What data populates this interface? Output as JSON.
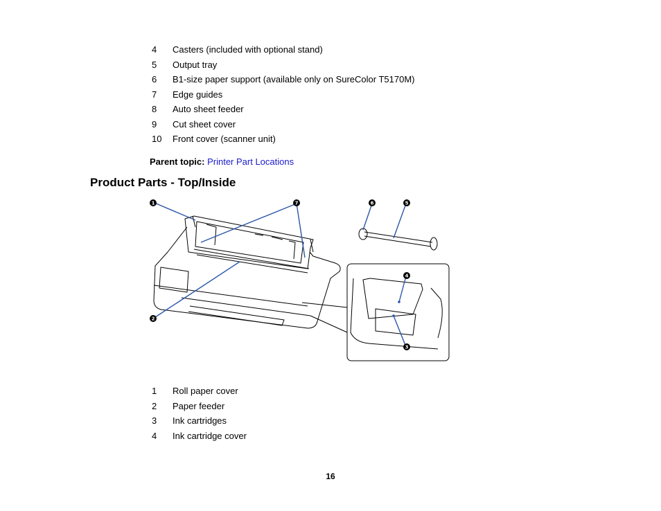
{
  "list_top": [
    {
      "num": "4",
      "text": "Casters (included with optional stand)"
    },
    {
      "num": "5",
      "text": "Output tray"
    },
    {
      "num": "6",
      "text": "B1-size paper support (available only on SureColor T5170M)"
    },
    {
      "num": "7",
      "text": "Edge guides"
    },
    {
      "num": "8",
      "text": "Auto sheet feeder"
    },
    {
      "num": "9",
      "text": "Cut sheet cover"
    },
    {
      "num": "10",
      "text": "Front cover (scanner unit)"
    }
  ],
  "parent_topic": {
    "label": "Parent topic:",
    "link": "Printer Part Locations"
  },
  "section_title": "Product Parts - Top/Inside",
  "callouts": [
    "1",
    "7",
    "6",
    "5",
    "4",
    "2",
    "3"
  ],
  "list_bottom": [
    {
      "num": "1",
      "text": "Roll paper cover"
    },
    {
      "num": "2",
      "text": "Paper feeder"
    },
    {
      "num": "3",
      "text": "Ink cartridges"
    },
    {
      "num": "4",
      "text": "Ink cartridge cover"
    }
  ],
  "page_number": "16"
}
